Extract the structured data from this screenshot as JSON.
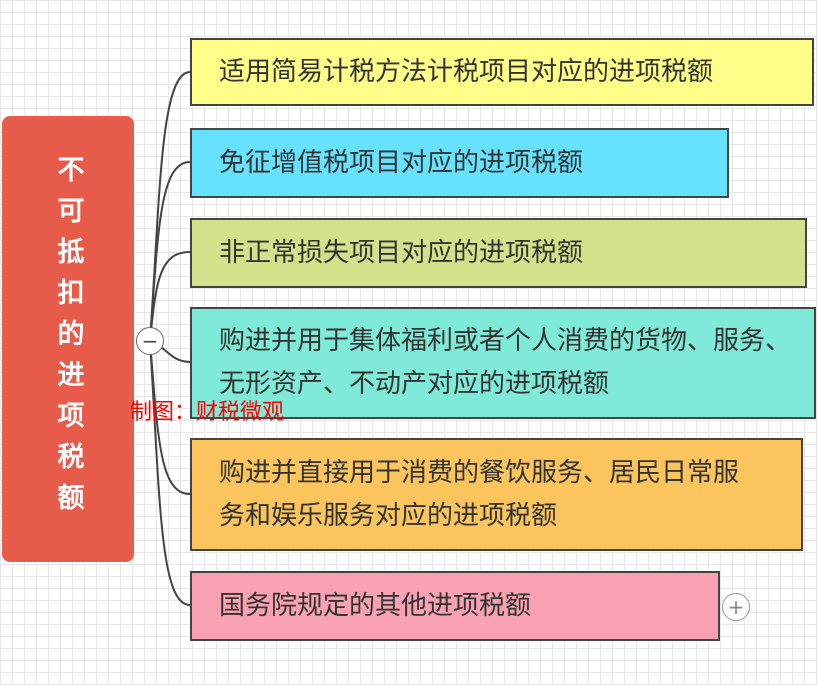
{
  "root": {
    "label": "不可抵扣的进项税额",
    "color": "#e75b4b"
  },
  "nodes": [
    {
      "label": "适用简易计税方法计税项目对应的进项税额",
      "color": "#fdfd88"
    },
    {
      "label": "免征增值税项目对应的进项税额",
      "color": "#66e2ff"
    },
    {
      "label": "非正常损失项目对应的进项税额",
      "color": "#d4e08a"
    },
    {
      "label": "购进并用于集体福利或者个人消费的货物、服务、无形资产、不动产对应的进项税额",
      "color": "#80ead8"
    },
    {
      "label": "购进并直接用于消费的餐饮服务、居民日常服务和娱乐服务对应的进项税额",
      "color": "#fcc45c"
    },
    {
      "label": "国务院规定的其他进项税额",
      "color": "#f7a1b2"
    }
  ],
  "collapse_symbol": "−",
  "expand_symbol": "+",
  "watermark": "制图：财税微观"
}
